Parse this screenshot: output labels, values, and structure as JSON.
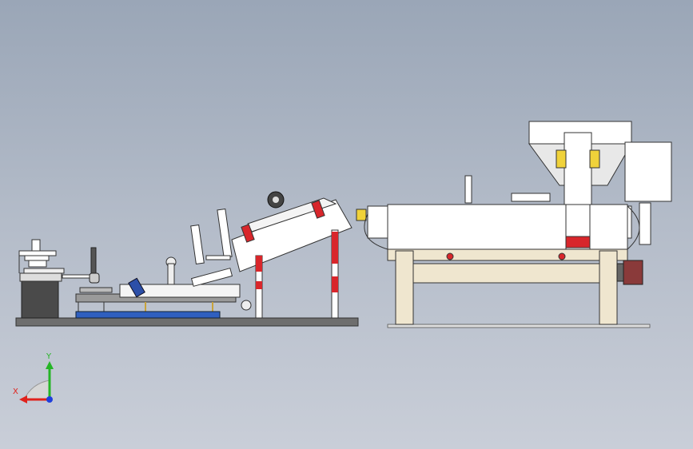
{
  "viewport": {
    "background_top": "#9aa6b7",
    "background_bottom": "#c9ced8"
  },
  "model": {
    "parts": {
      "base_rail": "base-rail",
      "left_stand": "left-stand",
      "clamp_handle": "clamp-handle",
      "lower_feeder": "lower-feeder-tray",
      "blue_conveyor": "blue-conveyor-belt",
      "inclined_hopper": "inclined-hopper",
      "main_conveyor": "main-conveyor-body",
      "top_hopper": "top-hopper",
      "control_cabinet": "control-cabinet",
      "motor": "drive-motor",
      "wooden_frame": "support-frame"
    },
    "colors": {
      "body": "#ffffff",
      "frame": "#efe6cf",
      "accent_red": "#d8262b",
      "belt_blue": "#2f5fbf",
      "dark": "#3b3b3b",
      "motor": "#8a3a3a",
      "label_yellow": "#f0d23a"
    }
  },
  "triad": {
    "x_label": "X",
    "y_label": "Y",
    "x_color": "#e0221c",
    "y_color": "#25b526",
    "z_color": "#1f3fdc"
  }
}
